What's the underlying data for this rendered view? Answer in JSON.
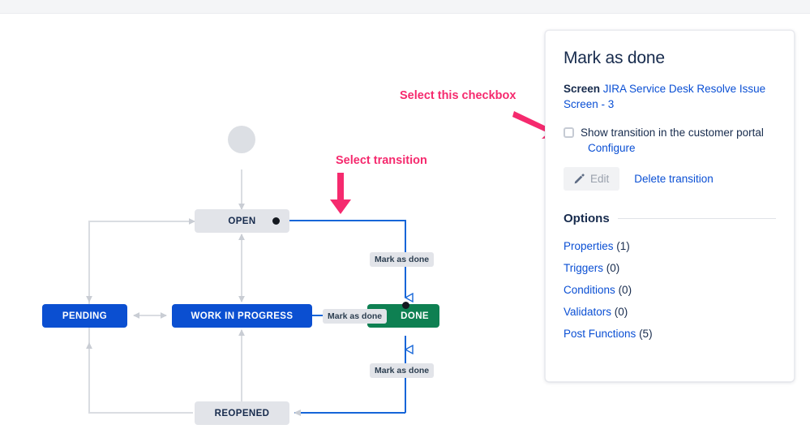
{
  "panel": {
    "title": "Mark as done",
    "screen_label": "Screen",
    "screen_link": "JIRA Service Desk Resolve Issue Screen - 3",
    "checkbox": {
      "label": "Show transition in the customer portal",
      "configure_link": "Configure",
      "checked": false
    },
    "edit_button": "Edit",
    "delete_link": "Delete transition",
    "options_heading": "Options",
    "options": [
      {
        "label": "Properties",
        "count": "(1)"
      },
      {
        "label": "Triggers",
        "count": "(0)"
      },
      {
        "label": "Conditions",
        "count": "(0)"
      },
      {
        "label": "Validators",
        "count": "(0)"
      },
      {
        "label": "Post Functions",
        "count": "(5)"
      }
    ]
  },
  "diagram": {
    "nodes": [
      {
        "id": "open",
        "label": "OPEN",
        "type": "grey"
      },
      {
        "id": "pending",
        "label": "PENDING",
        "type": "blue"
      },
      {
        "id": "work-in-progress",
        "label": "WORK IN PROGRESS",
        "type": "blue"
      },
      {
        "id": "done",
        "label": "DONE",
        "type": "green"
      },
      {
        "id": "reopened",
        "label": "REOPENED",
        "type": "grey"
      }
    ],
    "edge_labels": [
      {
        "id": "open-to-done",
        "text": "Mark as done"
      },
      {
        "id": "wip-to-done",
        "text": "Mark as done"
      },
      {
        "id": "done-to-reopened",
        "text": "Mark as done"
      }
    ]
  },
  "annotations": [
    {
      "id": "select-checkbox",
      "text": "Select this checkbox"
    },
    {
      "id": "select-transition",
      "text": "Select transition"
    }
  ],
  "colors": {
    "accent_blue": "#0b4fd1",
    "link_blue": "#0a4fd4",
    "done_green": "#0e8052",
    "grey_node": "#e2e4e9",
    "annotation_pink": "#f52a6e",
    "edge_blue": "#1565d8",
    "edge_grey": "#dadde2"
  }
}
